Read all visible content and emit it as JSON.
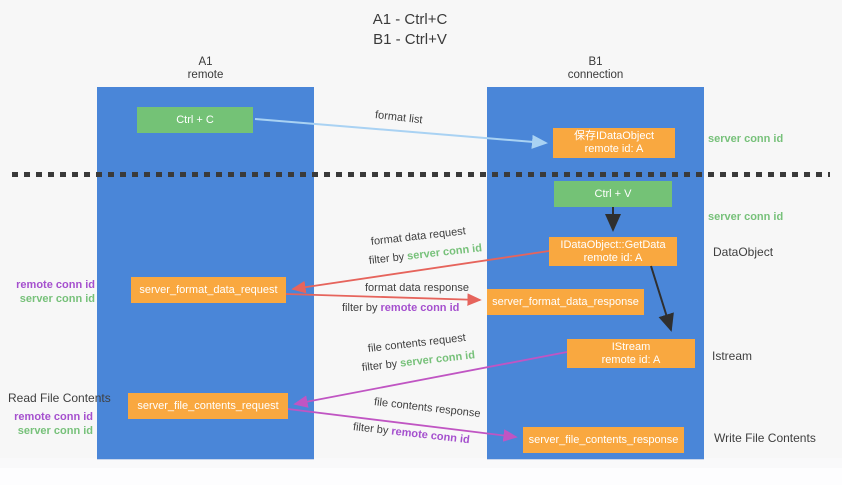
{
  "title": {
    "line1": "A1 - Ctrl+C",
    "line2": "B1 - Ctrl+V"
  },
  "columns": {
    "left": {
      "name": "A1",
      "role": "remote"
    },
    "right": {
      "name": "B1",
      "role": "connection"
    }
  },
  "boxes": {
    "ctrl_c": "Ctrl + C",
    "save_dataobject": {
      "line1": "保存IDataObject",
      "line2": "remote id: A"
    },
    "ctrl_v": "Ctrl + V",
    "getdata": {
      "line1": "IDataObject::GetData",
      "line2": "remote id: A"
    },
    "format_request": "server_format_data_request",
    "format_response": "server_format_data_response",
    "istream": {
      "line1": "IStream",
      "line2": "remote id: A"
    },
    "file_request": "server_file_contents_request",
    "file_response": "server_file_contents_response"
  },
  "side_labels": {
    "server_conn_id_top": "server conn id",
    "server_conn_id_mid": "server conn id",
    "dataobject": "DataObject",
    "istream": "Istream",
    "write_file_contents": "Write File Contents",
    "read_file_contents": "Read File Contents",
    "left_mid": {
      "remote": "remote conn id",
      "server": "server conn id"
    },
    "left_bottom": {
      "remote": "remote conn id",
      "server": "server conn id"
    }
  },
  "arrow_labels": {
    "format_list": "format list",
    "format_data_request": "format data request",
    "filter_by_1": "filter by ",
    "server_conn_id_1": "server conn id",
    "format_data_response": "format data response",
    "filter_by_2": "filter by ",
    "remote_conn_id_2": "remote conn id",
    "file_contents_request": "file contents request",
    "filter_by_3": "filter by ",
    "server_conn_id_3": "server conn id",
    "file_contents_response": "file contents response",
    "filter_by_4": "filter by ",
    "remote_conn_id_4": "remote conn id"
  },
  "colors": {
    "lifeline_blue": "#4a86d8",
    "box_green": "#74c276",
    "box_orange": "#f9a840",
    "arrow_red": "#e6645c",
    "arrow_magenta": "#c055c3",
    "arrow_lightblue": "#a9d2f3",
    "arrow_black": "#2f2f2f",
    "text_green": "#77c17a",
    "text_purple": "#a550ce"
  }
}
